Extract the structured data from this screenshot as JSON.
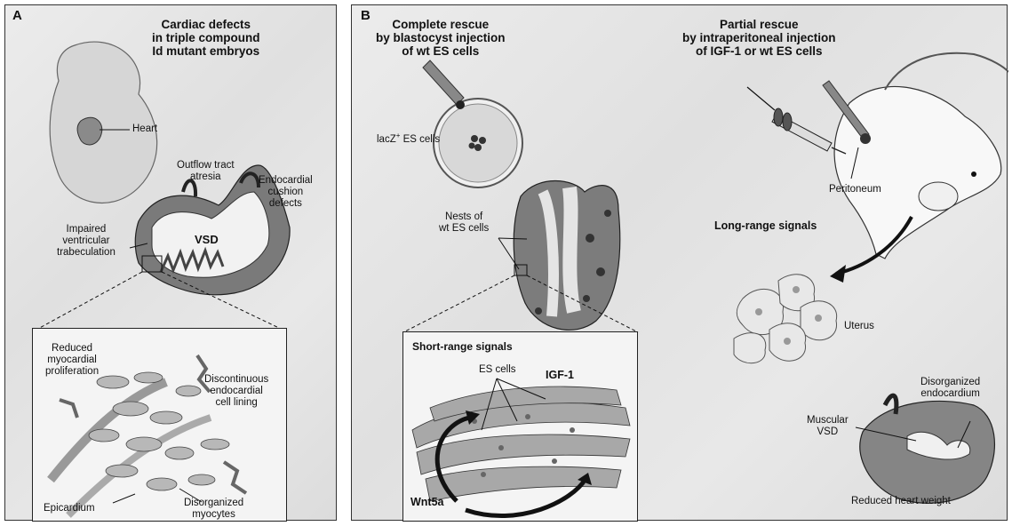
{
  "panel_a": {
    "letter": "A",
    "title": [
      "Cardiac defects",
      "in triple compound",
      "Id mutant embryos"
    ],
    "labels": {
      "heart": "Heart",
      "outflow": [
        "Outflow tract",
        "atresia"
      ],
      "endocardial_cushion": [
        "Endocardial",
        "cushion",
        "defects"
      ],
      "impaired": [
        "Impaired",
        "ventricular",
        "trabeculation"
      ],
      "vsd": "VSD",
      "reduced_prolif": [
        "Reduced",
        "myocardial",
        "proliferation"
      ],
      "discontinuous": [
        "Discontinuous",
        "endocardial",
        "cell lining"
      ],
      "epicardium": "Epicardium",
      "disorganized_myocytes": [
        "Disorganized",
        "myocytes"
      ]
    }
  },
  "panel_b": {
    "letter": "B",
    "title_complete": [
      "Complete rescue",
      "by blastocyst injection",
      "of wt ES cells"
    ],
    "title_partial": [
      "Partial rescue",
      "by intraperitoneal injection",
      "of IGF-1 or wt ES cells"
    ],
    "labels": {
      "lacz": "lacZ",
      "lacz_sup": "+",
      "lacz_rest": " ES cells",
      "nests": [
        "Nests of",
        "wt ES cells"
      ],
      "short_range": "Short-range signals",
      "es_cells": "ES cells",
      "igf1": "IGF-1",
      "wnt5a": "Wnt5a",
      "peritoneum": "Peritoneum",
      "long_range": "Long-range signals",
      "uterus": "Uterus",
      "disorganized_endo": [
        "Disorganized",
        "endocardium"
      ],
      "muscular_vsd": [
        "Muscular",
        "VSD"
      ],
      "reduced_weight": "Reduced heart weight"
    }
  }
}
